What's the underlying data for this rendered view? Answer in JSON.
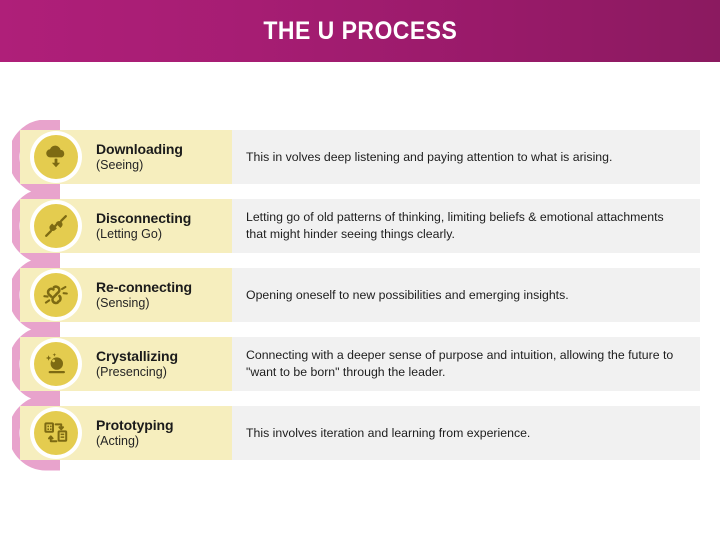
{
  "header": {
    "title": "THE U PROCESS",
    "gradient_from": "#af1f79",
    "gradient_to": "#8b1a60"
  },
  "theme": {
    "curve_color": "#e8a3cc",
    "circle_color": "#e4cc4f",
    "icon_color": "#7d6a13",
    "label_band_color": "#f6eebe",
    "desc_band_color": "#f1f1f1",
    "title_text_color": "#1b1b1b"
  },
  "steps": [
    {
      "icon": "cloud-download-icon",
      "title": "Downloading",
      "subtitle": "(Seeing)",
      "description": "This in volves deep listening and paying attention to what is arising."
    },
    {
      "icon": "unplugged-plug-icon",
      "title": "Disconnecting",
      "subtitle": "(Letting Go)",
      "description": "Letting go of old patterns of thinking, limiting beliefs & emotional attachments that might hinder seeing things clearly."
    },
    {
      "icon": "broken-chain-link-icon",
      "title": "Re-connecting",
      "subtitle": "(Sensing)",
      "description": "Opening oneself to new possibilities and emerging insights."
    },
    {
      "icon": "crystal-ball-icon",
      "title": "Crystallizing",
      "subtitle": "(Presencing)",
      "description": "Connecting with a deeper sense of purpose and intuition, allowing the future to \"want to be born\" through the leader."
    },
    {
      "icon": "prototype-iteration-icon",
      "title": "Prototyping",
      "subtitle": "(Acting)",
      "description": "This involves iteration and learning from experience."
    }
  ]
}
